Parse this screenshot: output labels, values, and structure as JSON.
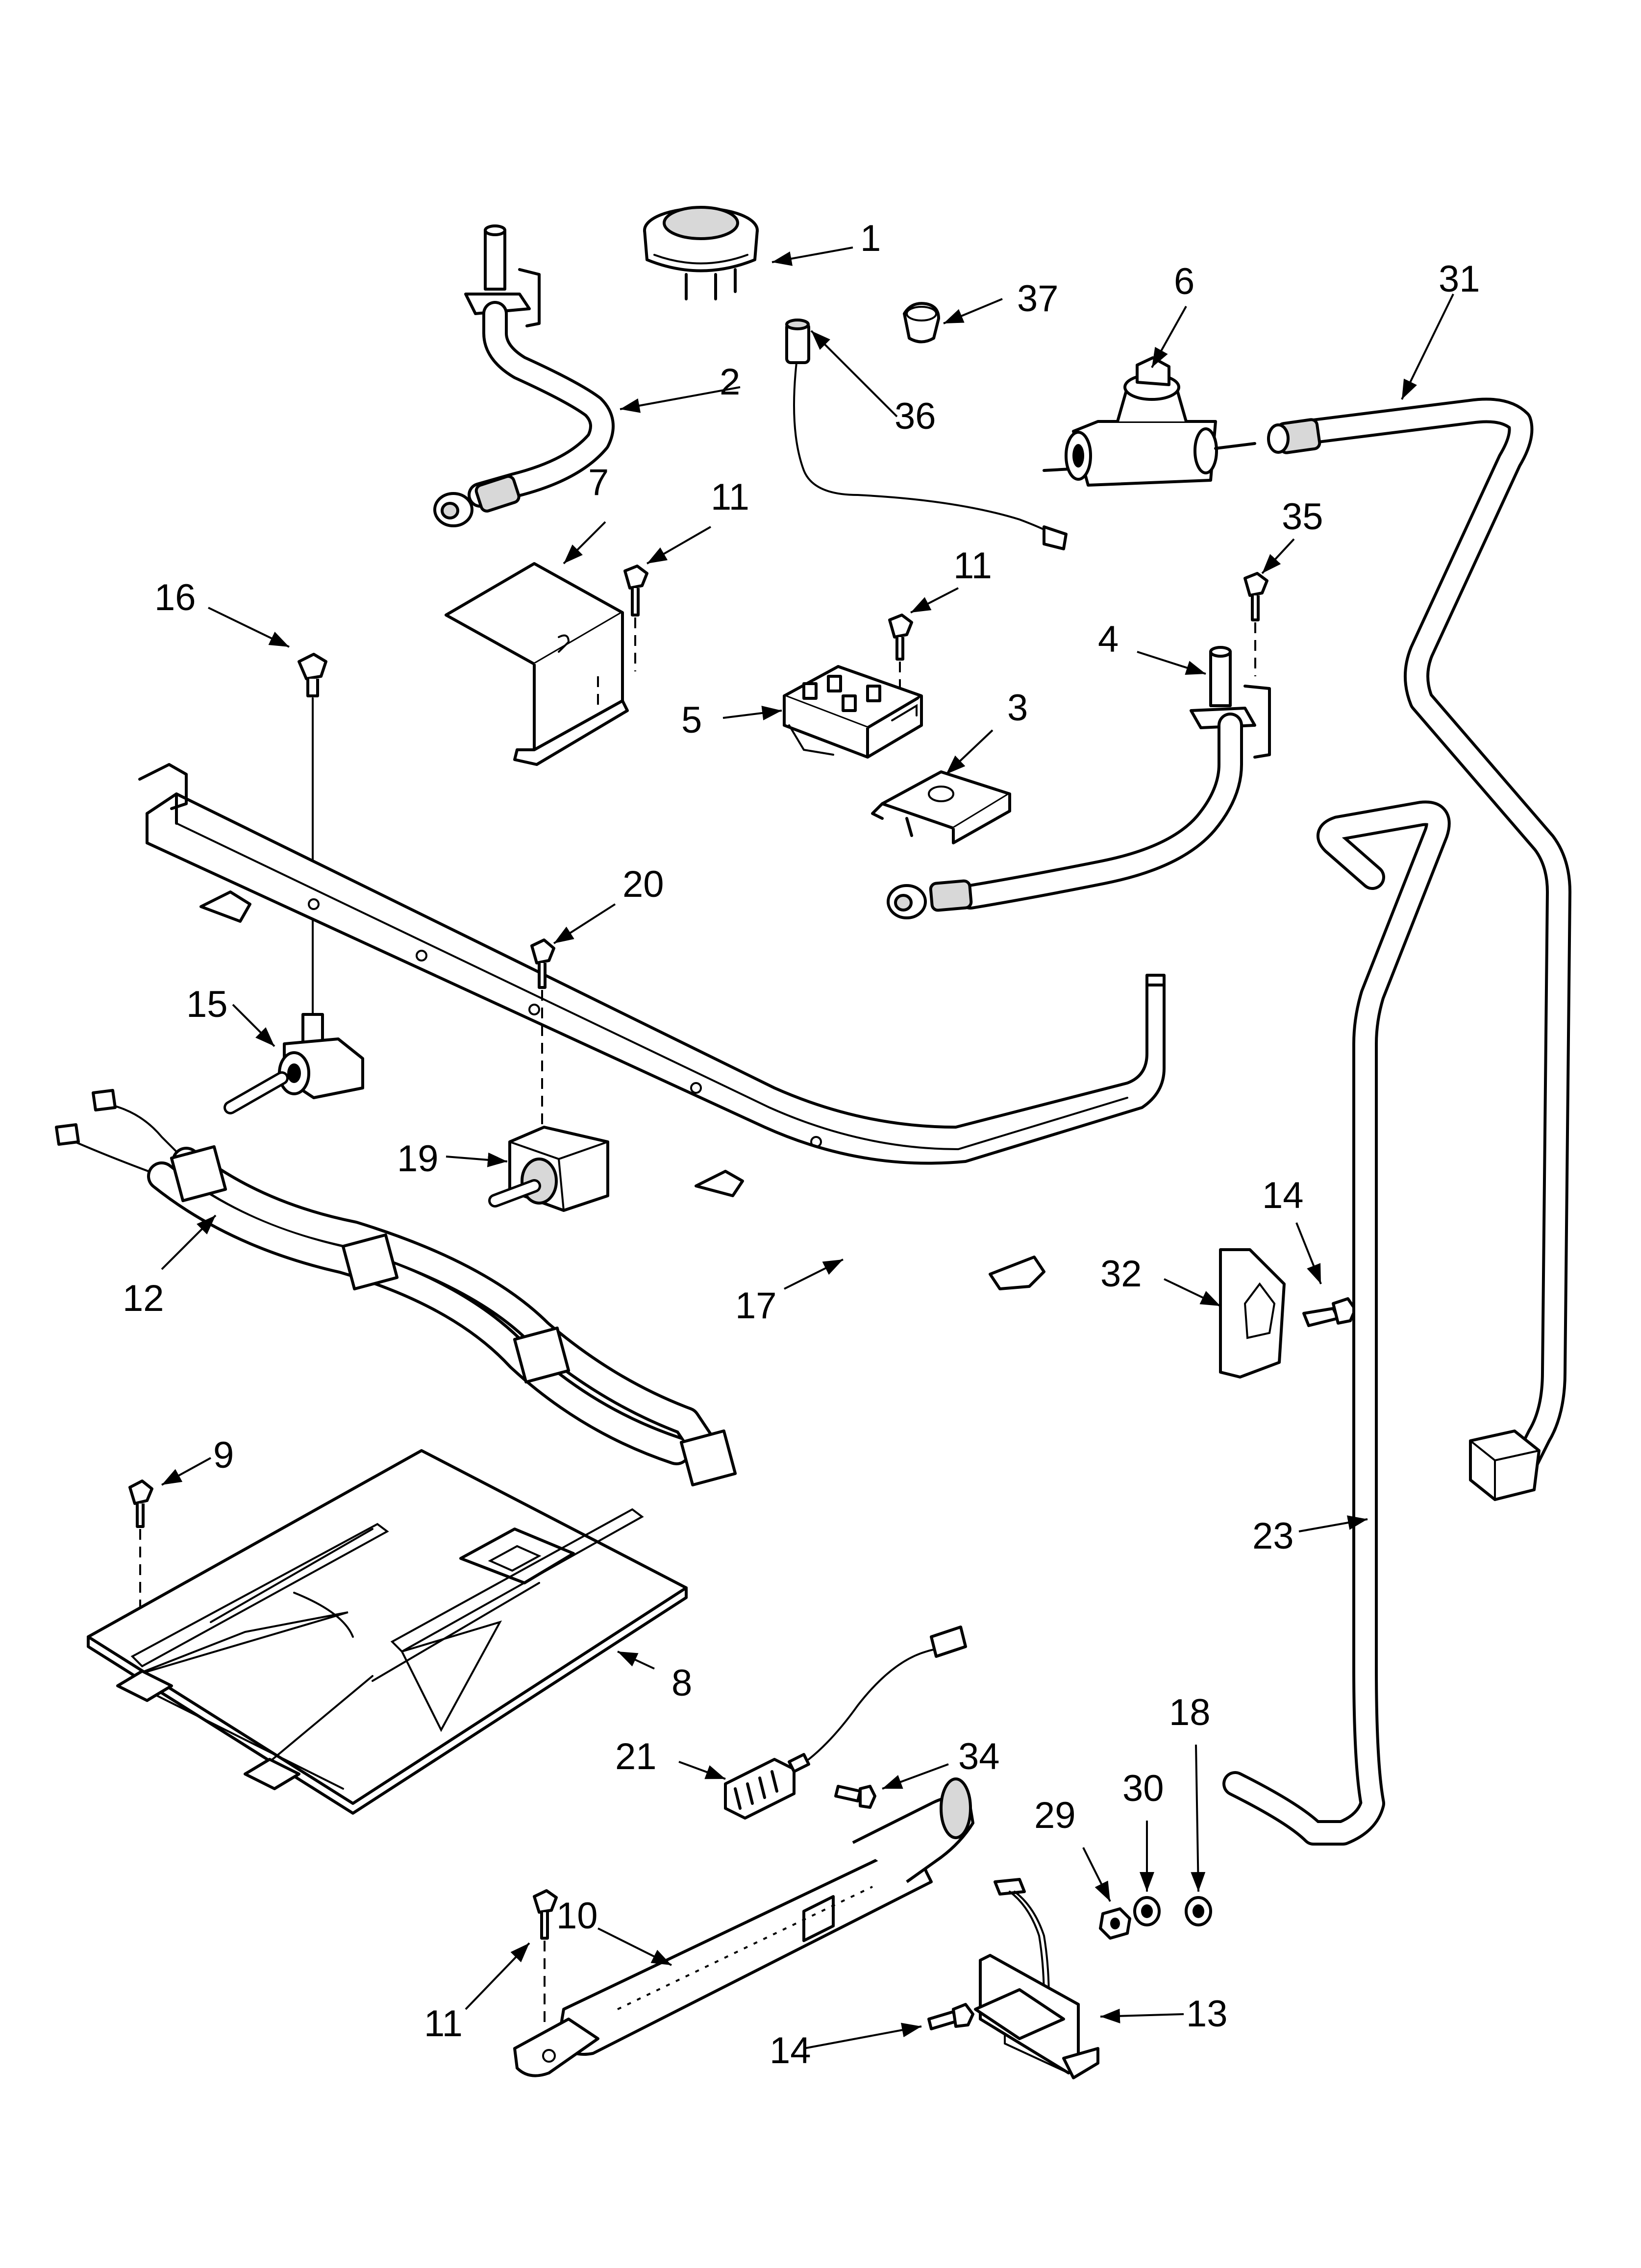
{
  "diagram": {
    "part_labels": [
      {
        "id": "p1",
        "text": "1"
      },
      {
        "id": "p2",
        "text": "2"
      },
      {
        "id": "p3",
        "text": "3"
      },
      {
        "id": "p4",
        "text": "4"
      },
      {
        "id": "p5",
        "text": "5"
      },
      {
        "id": "p6",
        "text": "6"
      },
      {
        "id": "p7",
        "text": "7"
      },
      {
        "id": "p8",
        "text": "8"
      },
      {
        "id": "p9",
        "text": "9"
      },
      {
        "id": "p10",
        "text": "10"
      },
      {
        "id": "p11a",
        "text": "11"
      },
      {
        "id": "p11b",
        "text": "11"
      },
      {
        "id": "p11c",
        "text": "11"
      },
      {
        "id": "p12",
        "text": "12"
      },
      {
        "id": "p13",
        "text": "13"
      },
      {
        "id": "p14a",
        "text": "14"
      },
      {
        "id": "p14b",
        "text": "14"
      },
      {
        "id": "p15",
        "text": "15"
      },
      {
        "id": "p16",
        "text": "16"
      },
      {
        "id": "p17",
        "text": "17"
      },
      {
        "id": "p18",
        "text": "18"
      },
      {
        "id": "p19",
        "text": "19"
      },
      {
        "id": "p20",
        "text": "20"
      },
      {
        "id": "p21",
        "text": "21"
      },
      {
        "id": "p23",
        "text": "23"
      },
      {
        "id": "p29",
        "text": "29"
      },
      {
        "id": "p30",
        "text": "30"
      },
      {
        "id": "p31",
        "text": "31"
      },
      {
        "id": "p32",
        "text": "32"
      },
      {
        "id": "p34",
        "text": "34"
      },
      {
        "id": "p35",
        "text": "35"
      },
      {
        "id": "p36",
        "text": "36"
      },
      {
        "id": "p37",
        "text": "37"
      }
    ]
  }
}
